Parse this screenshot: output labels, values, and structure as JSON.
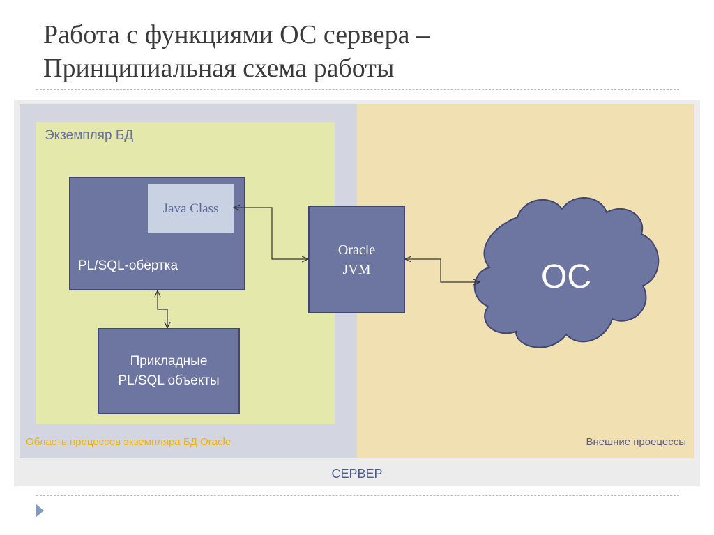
{
  "slide": {
    "title_line1": "Работа с функциями ОС сервера –",
    "title_line2": "Принципиальная схема работы"
  },
  "diagram": {
    "server_label": "СЕРВЕР",
    "process_area_label": "Область процессов экземпляра БД Oracle",
    "external_area_label": "Внешние проецессы",
    "instance_label": "Экземпляр БД",
    "java_class_label": "Java Class",
    "wrapper_label": "PL/SQL-обёртка",
    "applied_line1": "Прикладные",
    "applied_line2": "PL/SQL объекты",
    "jvm_line1": "Oracle",
    "jvm_line2": "JVM",
    "os_label": "ОС",
    "colors": {
      "box_fill": "#6d76a0",
      "instance_fill": "#e4e8ab",
      "process_area_fill": "#d3d5e0",
      "external_area_fill": "#f0e0b2",
      "process_label_color": "#f0b400"
    }
  },
  "icons": {
    "bullet": "triangle-right-icon"
  }
}
